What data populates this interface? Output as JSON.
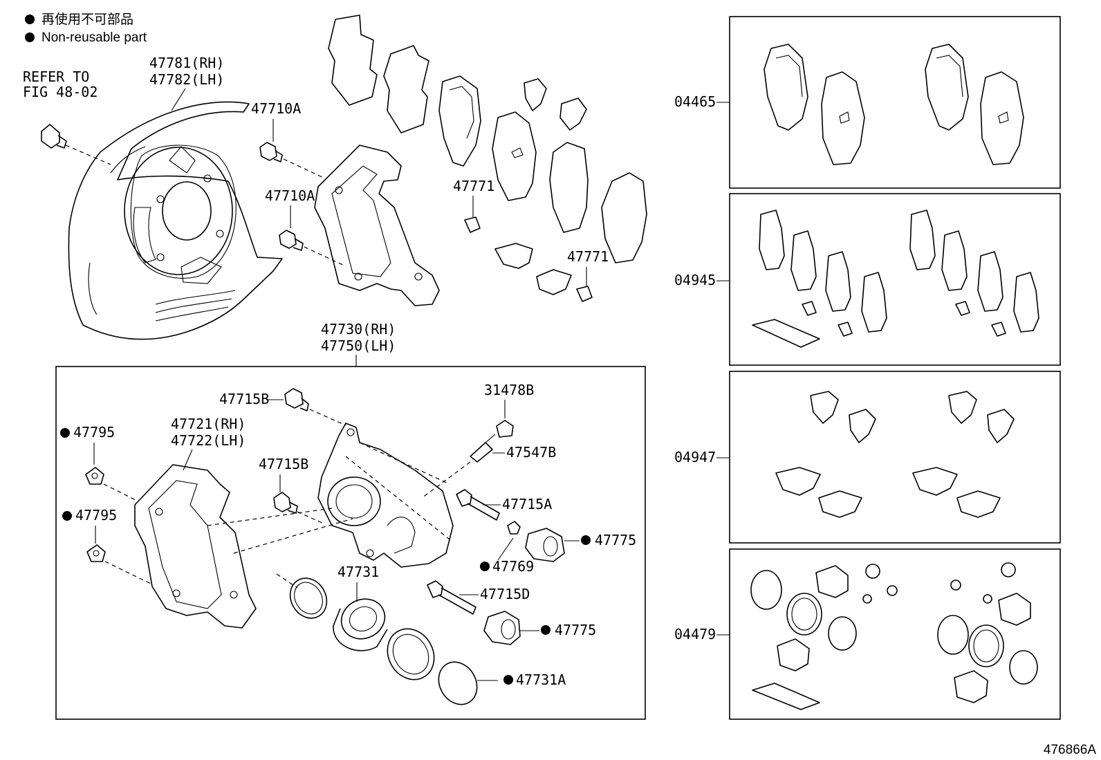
{
  "legend": {
    "jp": "再使用不可部品",
    "en": "Non-reusable part"
  },
  "refer": {
    "line1": "REFER TO",
    "line2": "FIG 48-02"
  },
  "labels": {
    "dust_cover_rh": "47781(RH)",
    "dust_cover_lh": "47782(LH)",
    "bolt_a_1": "47710A",
    "bolt_a_2": "47710A",
    "clip_1": "47771",
    "clip_2": "47771",
    "caliper_rh": "47730(RH)",
    "caliper_lh": "47750(LH)",
    "bolt_b_1": "47715B",
    "bolt_b_2": "47715B",
    "mounting_rh": "47721(RH)",
    "mounting_lh": "47722(LH)",
    "washer_1": "47795",
    "washer_2": "47795",
    "cap": "31478B",
    "bleeder": "47547B",
    "pin_a": "47715A",
    "boot_1": "47775",
    "bush": "47769",
    "piston": "47731",
    "pin_d": "47715D",
    "boot_2": "47775",
    "seal": "47731A"
  },
  "kits": [
    {
      "code": "04465"
    },
    {
      "code": "04945"
    },
    {
      "code": "04947"
    },
    {
      "code": "04479"
    }
  ],
  "figure_id": "476866A",
  "non_reusable_marker": "●"
}
